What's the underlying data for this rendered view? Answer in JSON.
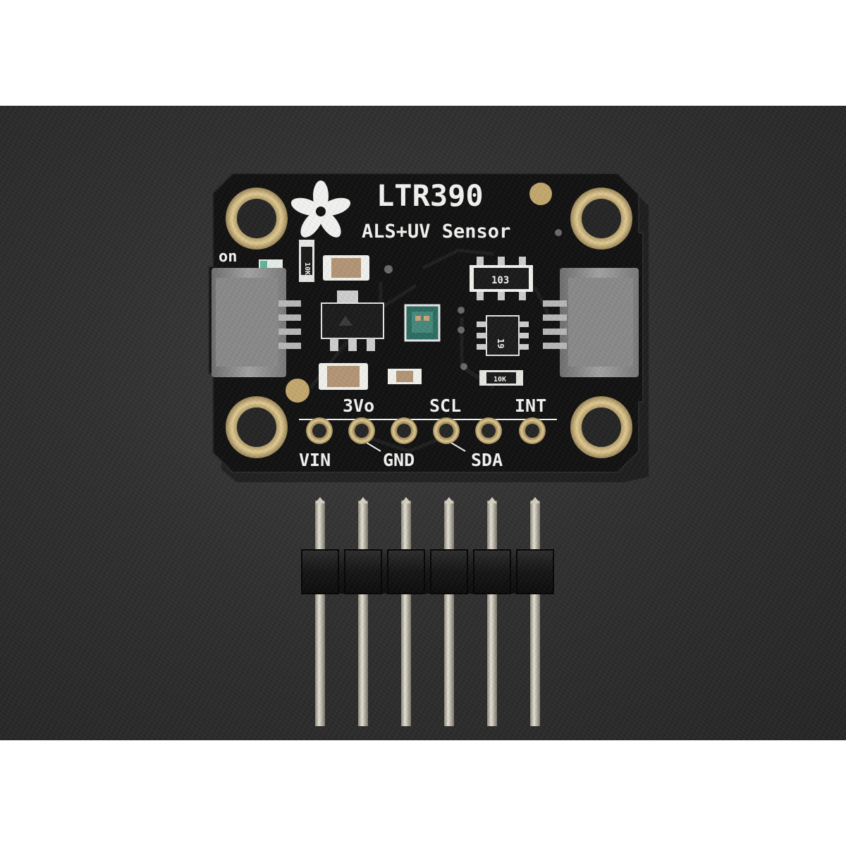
{
  "board": {
    "title": "LTR390",
    "subtitle": "ALS+UV Sensor",
    "led_label": "on",
    "top_pins": [
      "3Vo",
      "SCL",
      "INT"
    ],
    "bottom_pins": [
      "VIN",
      "GND",
      "SDA"
    ],
    "part_marks": {
      "resistor_top": "103",
      "resistor_left": "10K",
      "resistor_right": "10K",
      "ic_small": "19"
    }
  },
  "colors": {
    "background": "#303030",
    "pcb": "#111111",
    "silkscreen": "#f4f4f2",
    "gold": "#cdb37a",
    "connector": "#8e8e8e",
    "header_plastic": "#1a1a1a",
    "header_pin": "#c9c3b4"
  },
  "icons": [
    "adafruit-flower-logo"
  ],
  "header": {
    "pin_count": 6
  }
}
